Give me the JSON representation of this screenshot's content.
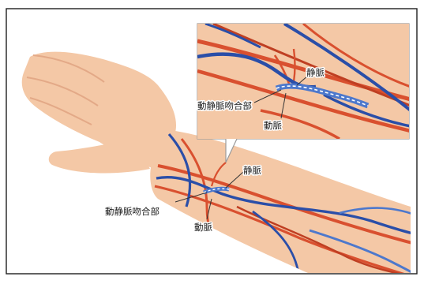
{
  "colors": {
    "frame": "#1f1f1f",
    "skin": "#f4c8a6",
    "skin_shadow": "#e3a987",
    "artery": "#d9502f",
    "artery_dark": "#bf3f22",
    "vein": "#2a4ea8",
    "vein_light": "#4d78cc",
    "leader": "#333333",
    "callout_bg": "#ffffff",
    "callout_border": "#9a9a9a"
  },
  "diagram": {
    "detail": {
      "labels": {
        "vein": "静脈",
        "anastomosis": "動静脈吻合部",
        "artery": "動脈"
      }
    },
    "main": {
      "labels": {
        "vein": "静脈",
        "anastomosis": "動静脈吻合部",
        "artery": "動脈"
      }
    }
  }
}
